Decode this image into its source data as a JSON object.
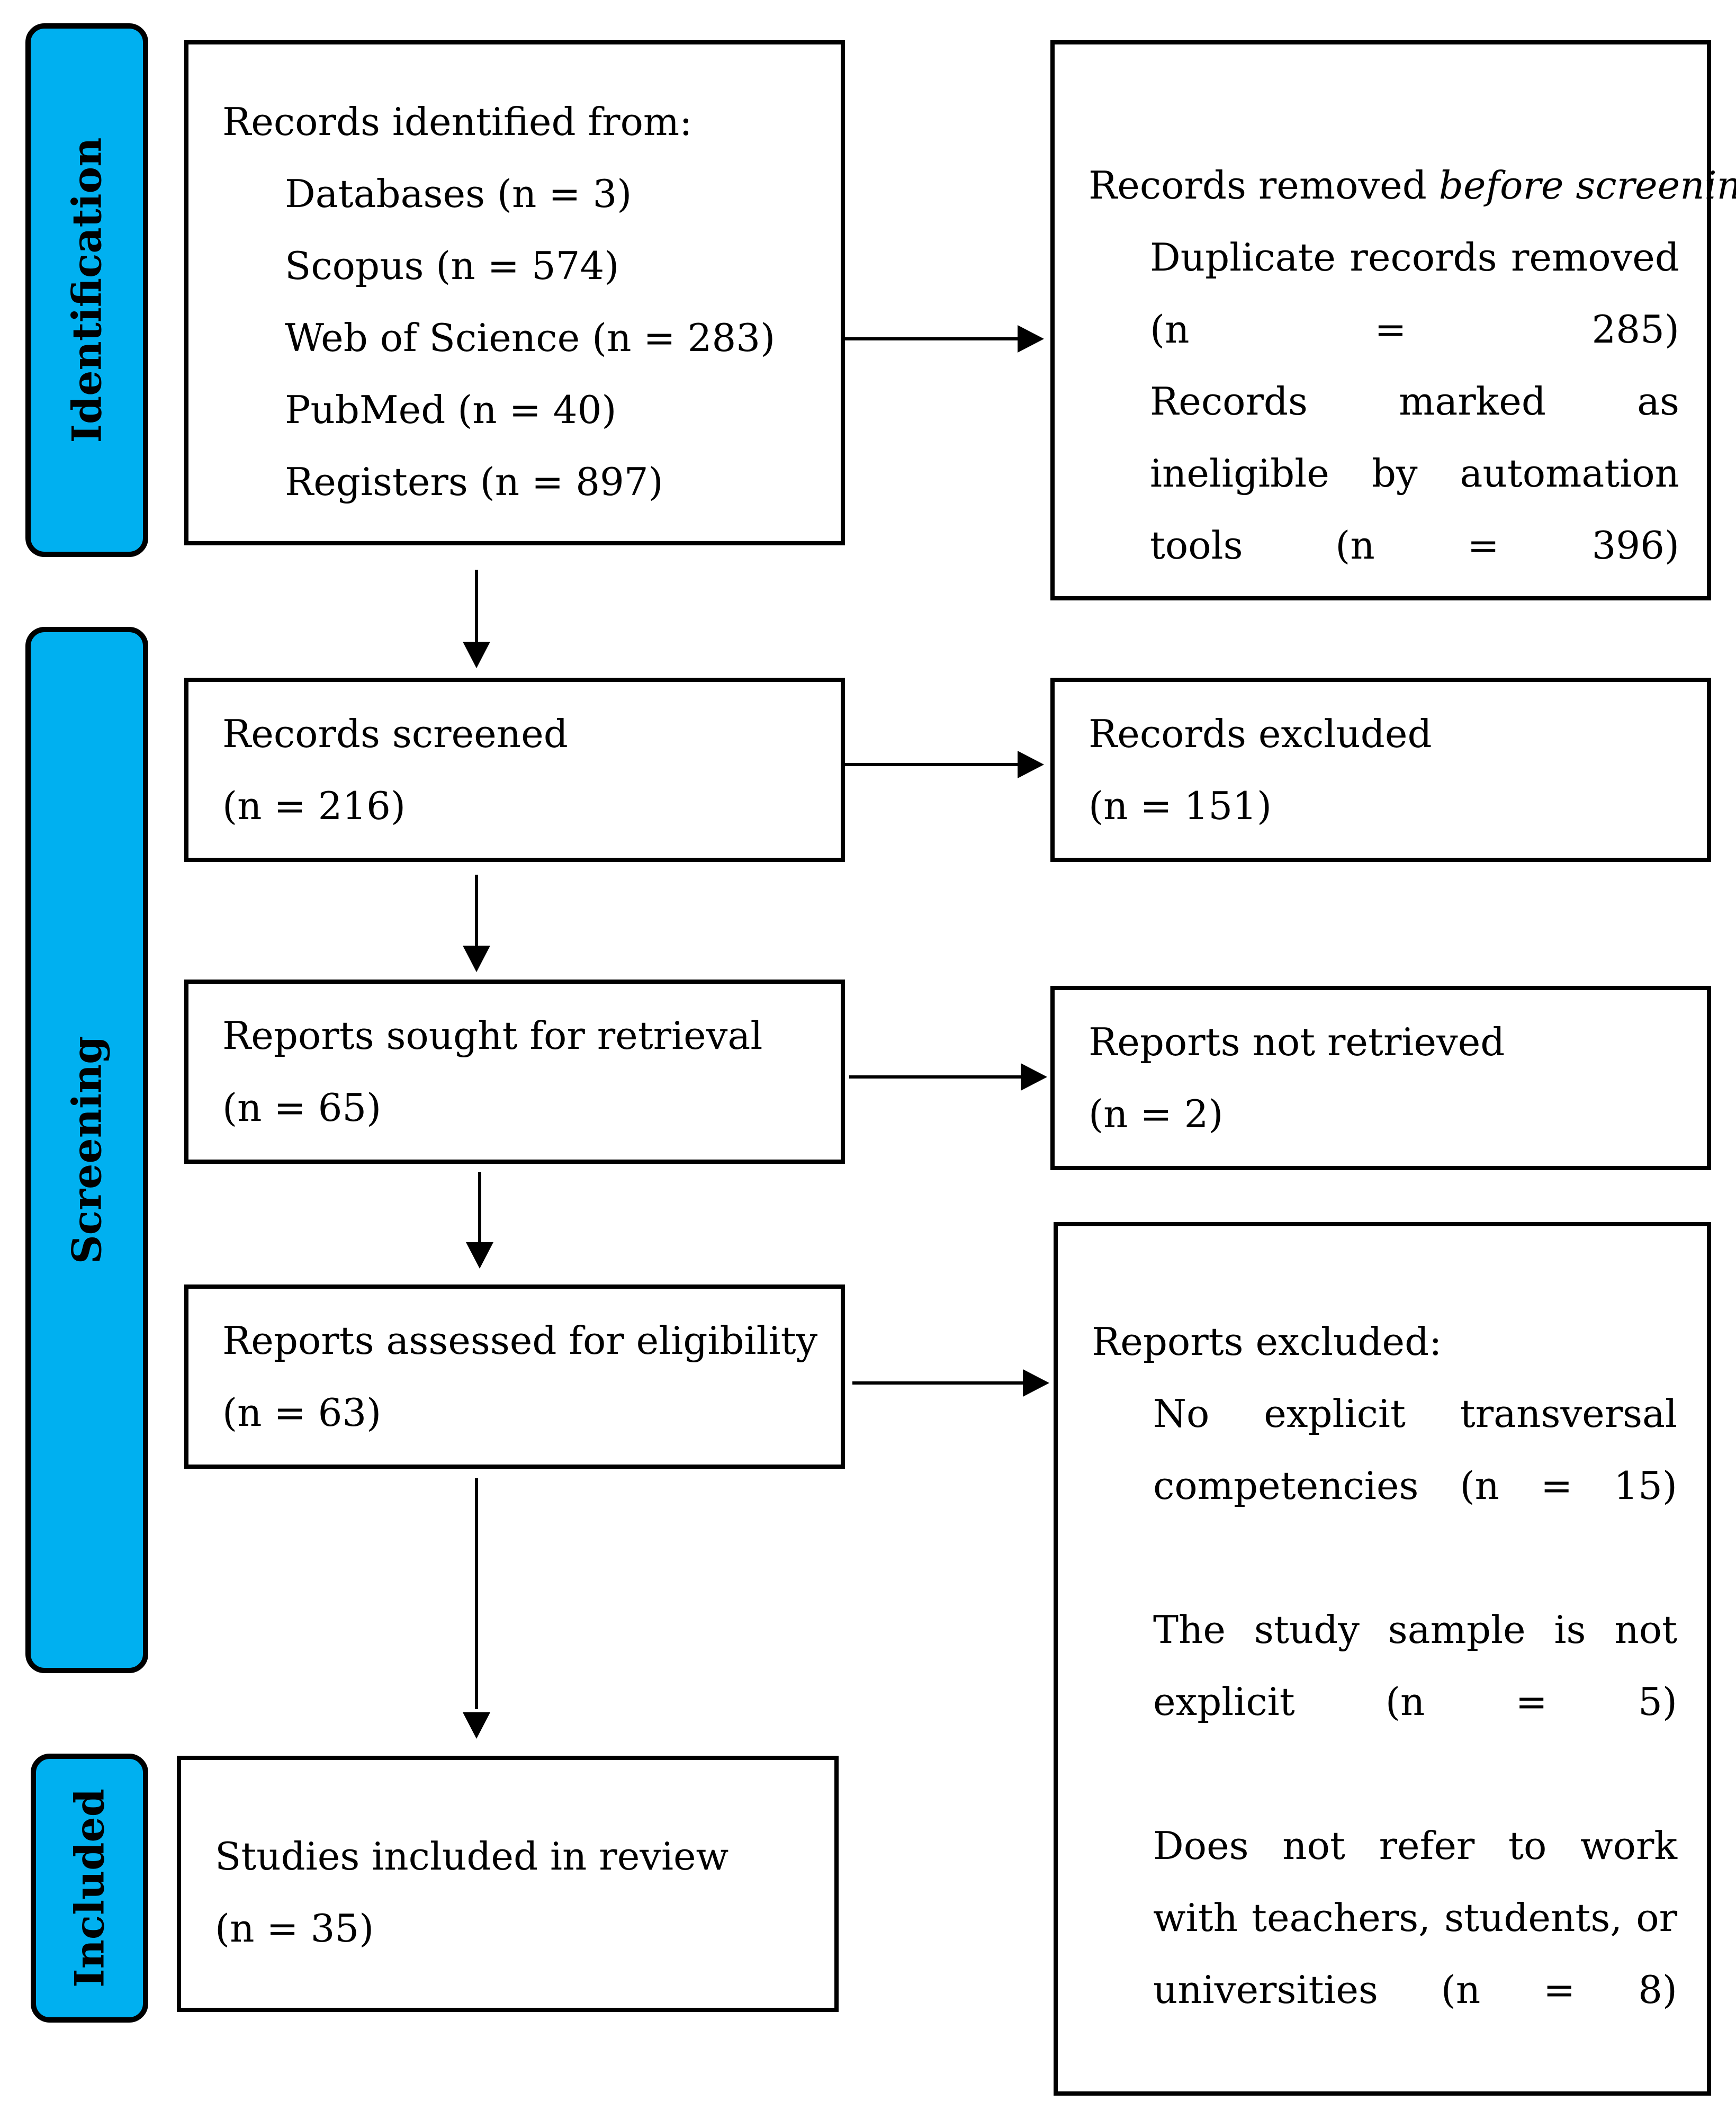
{
  "phases": {
    "identification": "Identification",
    "screening": "Screening",
    "included": "Included"
  },
  "identification_box": {
    "heading": "Records identified from:",
    "items": [
      "Databases (n = 3)",
      "Scopus (n = 574)",
      "Web of Science (n = 283)",
      "PubMed (n = 40)",
      "Registers (n = 897)"
    ]
  },
  "removed_box": {
    "heading_prefix": "Records removed ",
    "heading_emphasis": "before screening",
    "heading_suffix": ":",
    "duplicates": "Duplicate records removed (n = 285)",
    "ineligible": "Records marked as ineligible by automation tools (n = 396)"
  },
  "screened_box": {
    "label": "Records screened",
    "count": "(n = 216)"
  },
  "excluded_box": {
    "label": "Records excluded",
    "count": "(n = 151)"
  },
  "sought_box": {
    "label": "Reports sought for retrieval",
    "count": "(n = 65)"
  },
  "not_retrieved_box": {
    "label": "Reports not retrieved",
    "count": "(n = 2)"
  },
  "assessed_box": {
    "label": "Reports assessed for eligibility",
    "count": "(n = 63)"
  },
  "reports_excluded_box": {
    "heading": "Reports excluded:",
    "reason_1": "No explicit transversal competencies (n = 15)",
    "reason_2": "The study sample is not explicit (n = 5)",
    "reason_3": "Does not refer to work with teachers, students, or universities (n = 8)"
  },
  "included_box": {
    "label": "Studies included in review",
    "count": "(n = 35)"
  }
}
